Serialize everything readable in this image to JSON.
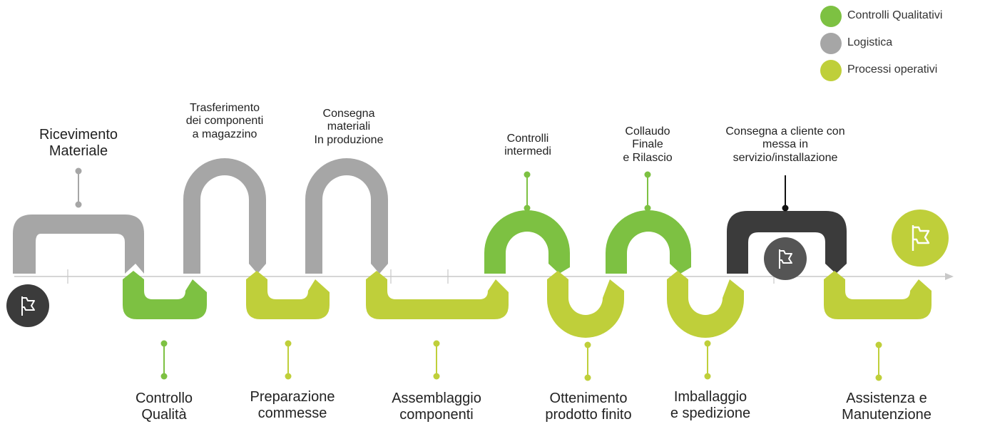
{
  "colors": {
    "controlli_qualitativi": "#7dc142",
    "logistica": "#a6a6a6",
    "processi_operativi": "#bfcf3a",
    "dark": "#3b3b3b",
    "axis": "#c8c8c8"
  },
  "legend": [
    {
      "label": "Controlli Qualitativi",
      "color_key": "controlli_qualitativi"
    },
    {
      "label": "Logistica",
      "color_key": "logistica"
    },
    {
      "label": "Processi operativi",
      "color_key": "processi_operativi"
    }
  ],
  "steps": {
    "ricevimento": "Ricevimento\nMateriale",
    "controllo_qualita": "Controllo\nQualità",
    "trasferimento": "Trasferimento\ndei componenti\na magazzino",
    "preparazione": "Preparazione\ncommesse",
    "consegna_materiali": "Consegna\nmateriali\nIn produzione",
    "assemblaggio": "Assemblaggio\ncomponenti",
    "controlli_intermedi": "Controlli\nintermedi",
    "ottenimento": "Ottenimento\nprodotto finito",
    "collaudo": "Collaudo\nFinale\ne Rilascio",
    "imballaggio": "Imballaggio\ne spedizione",
    "consegna_cliente": "Consegna a cliente con\nmessa in\nservizio/installazione",
    "assistenza": "Assistenza e\nManutenzione"
  },
  "icons": [
    "flag-start-icon",
    "flag-delivery-icon",
    "flag-end-icon"
  ]
}
